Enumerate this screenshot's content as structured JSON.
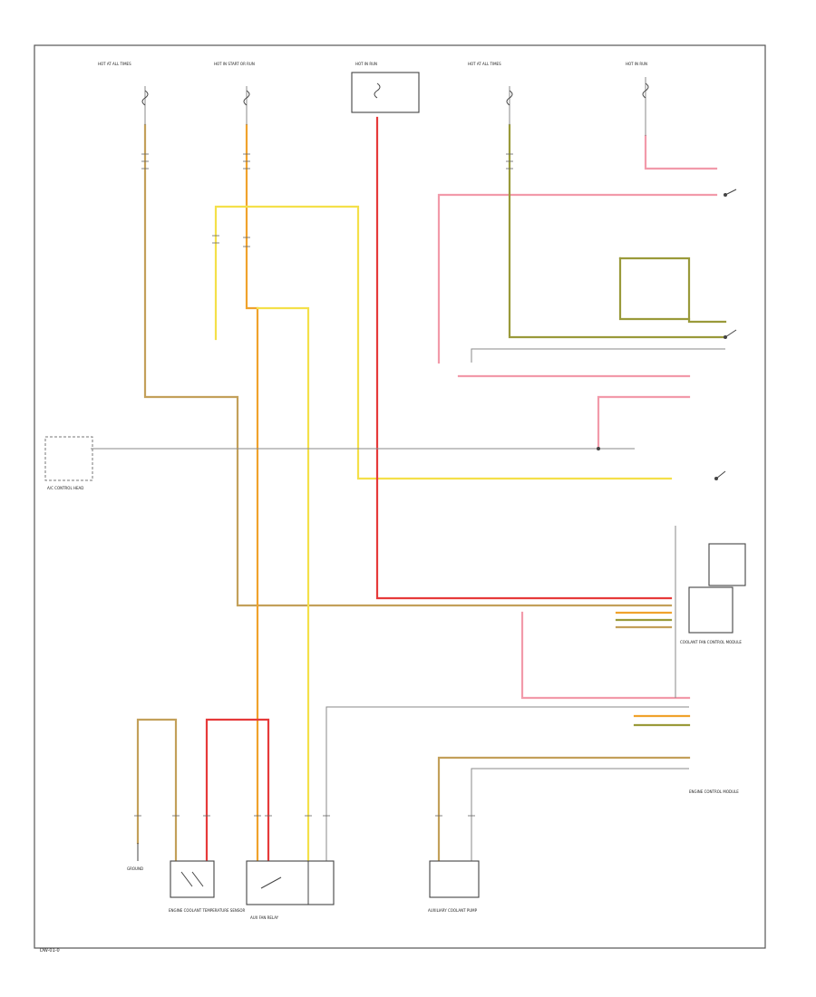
{
  "figure_id": "DW-01-0",
  "colors": {
    "border": "#555555",
    "yellow": "#f4e04a",
    "orange": "#f0a22c",
    "red": "#e63a3a",
    "pink": "#f29aaa",
    "olive": "#9a9a3a",
    "tan": "#c3a05a",
    "gray": "#8a8a8a"
  },
  "components": [
    {
      "id": "fuse_a",
      "kind": "fuse",
      "label": "HOT AT ALL TIMES"
    },
    {
      "id": "fuse_b",
      "kind": "fuse",
      "label": "HOT IN START OR RUN"
    },
    {
      "id": "fuse_c",
      "kind": "fuse",
      "label": "HOT IN RUN"
    },
    {
      "id": "fuse_d",
      "kind": "fuse",
      "label": "HOT AT ALL TIMES"
    },
    {
      "id": "fuse_e",
      "kind": "fuse",
      "label": "HOT IN RUN"
    },
    {
      "id": "ac_panel",
      "kind": "module",
      "label": "A/C CONTROL HEAD"
    },
    {
      "id": "ecm",
      "kind": "module",
      "label": "ENGINE CONTROL MODULE"
    },
    {
      "id": "cooling_module",
      "kind": "module",
      "label": "COOLANT FAN CONTROL MODULE"
    },
    {
      "id": "temp_sensor",
      "kind": "sensor",
      "label": "ENGINE COOLANT TEMPERATURE SENSOR"
    },
    {
      "id": "aux_pump",
      "kind": "motor",
      "label": "AUXILIARY COOLANT PUMP"
    },
    {
      "id": "fan_relay",
      "kind": "relay",
      "label": "AUX FAN RELAY"
    },
    {
      "id": "sensor_gnd",
      "kind": "ground",
      "label": "GROUND"
    }
  ]
}
